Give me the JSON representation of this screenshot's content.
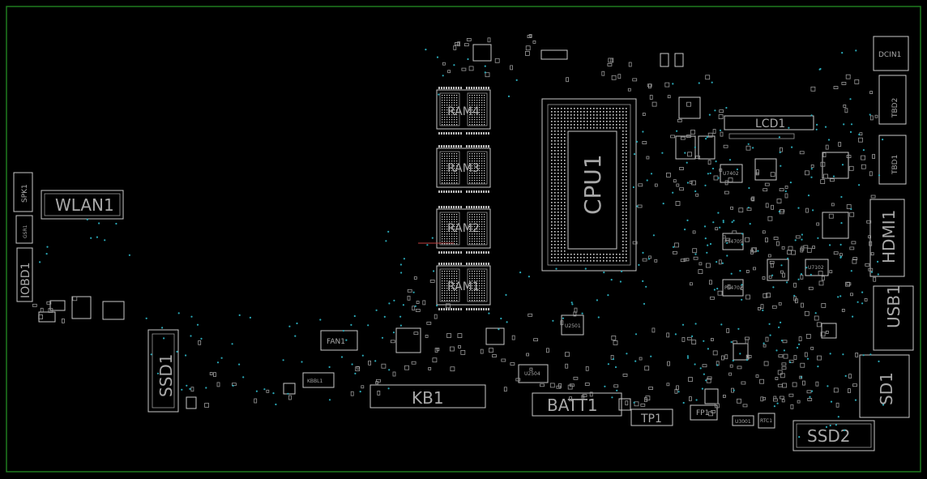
{
  "components": {
    "wlan": "WLAN1",
    "spk": "SPK1",
    "gsr": "GSR1",
    "iobd": "IOBD1",
    "ssd1": "SSD1",
    "ram4": "RAM4",
    "ram3": "RAM3",
    "ram2": "RAM2",
    "ram1": "RAM1",
    "cpu": "CPU1",
    "lcd": "LCD1",
    "dcin": "DCIN1",
    "hdmi": "HDMI1",
    "tdb2": "TBD2",
    "tdb1": "TBD1",
    "usb": "USB1",
    "sd": "SD1",
    "ssd2": "SSD2",
    "kb": "KB1",
    "batt": "BATT1",
    "fan": "FAN1",
    "kbbl": "KBBL1",
    "tp": "TP1",
    "fp": "FP1",
    "u2504": "U2504",
    "u7402": "U7402",
    "u7102": "U7102",
    "ps4705": "PS4705",
    "ps4702": "PS4702",
    "u2501": "U2501",
    "u3001": "U3001",
    "rtc": "RTC1"
  },
  "colors": {
    "background": "#000000",
    "board_outline": "#1f7a1f",
    "silkscreen": "#c8c8c8",
    "via": "#2aa9b8"
  }
}
